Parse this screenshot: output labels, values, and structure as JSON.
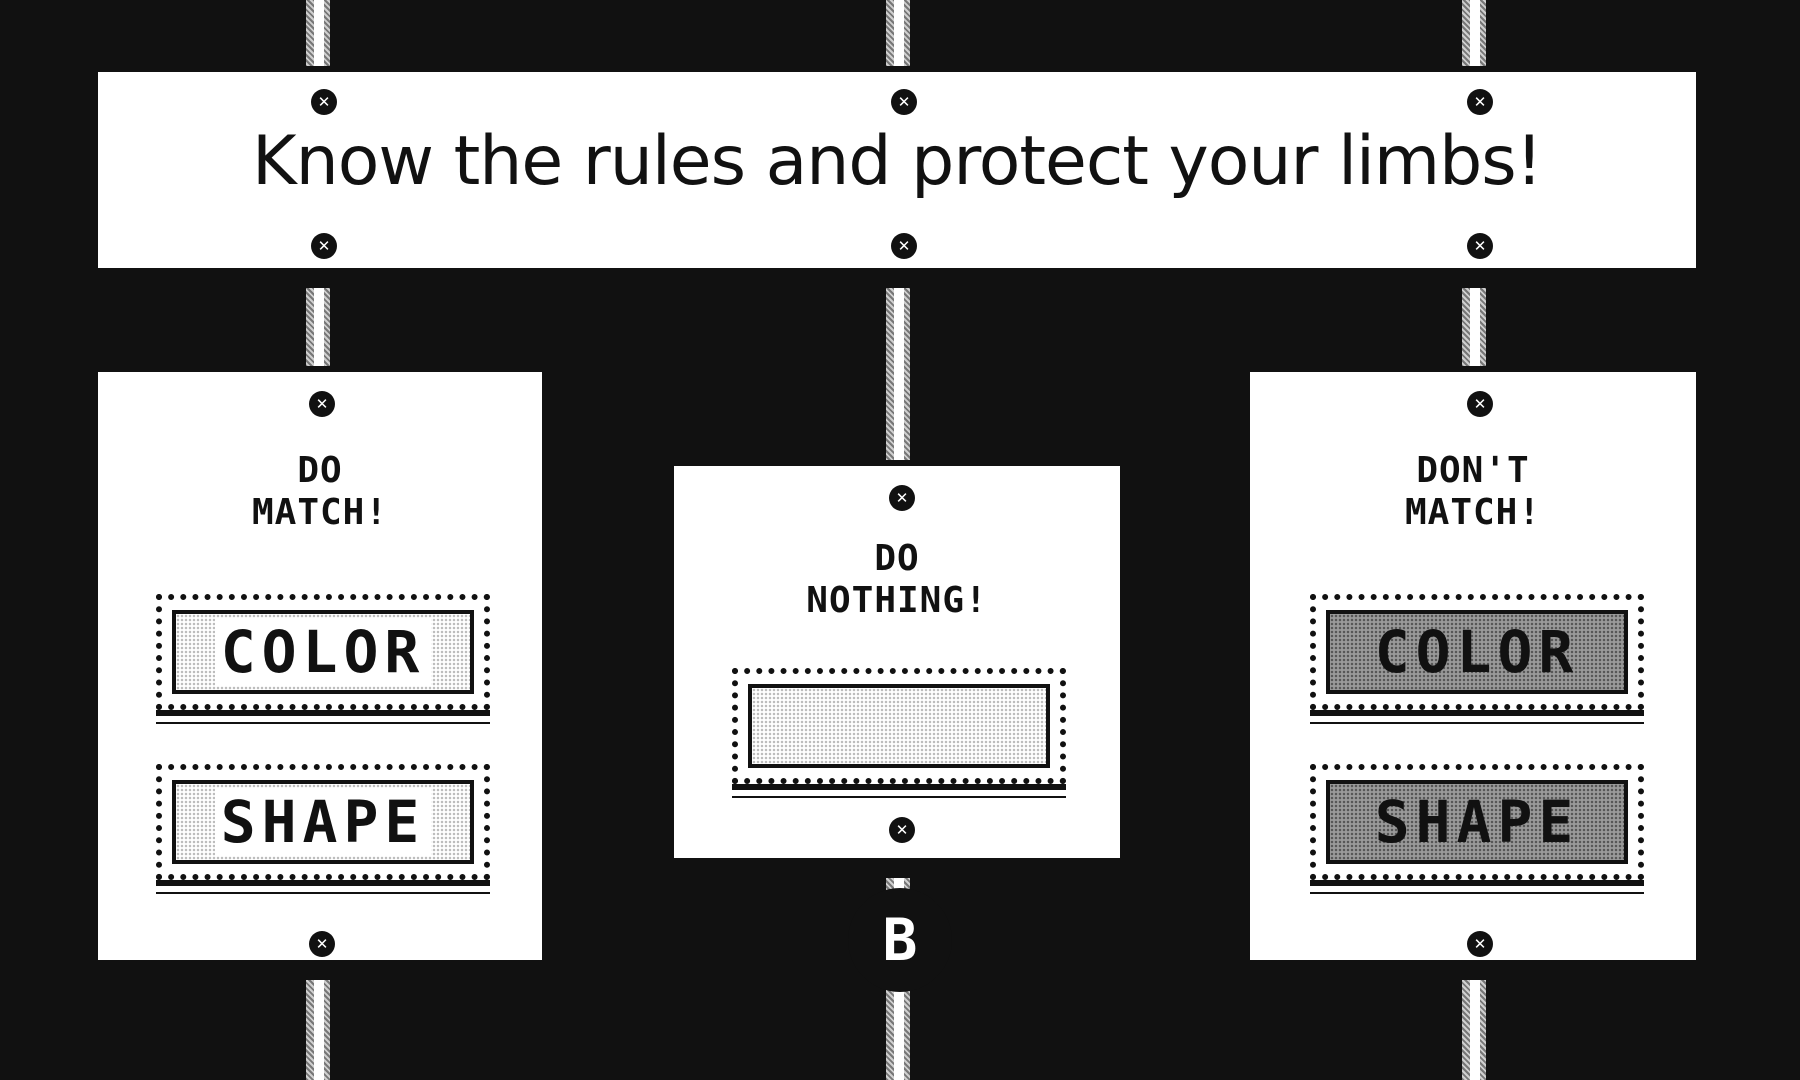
{
  "banner": {
    "text": "Know the rules and protect your limbs!"
  },
  "signs": {
    "do_match": {
      "title_line1": "DO",
      "title_line2": "MATCH!",
      "buttons": [
        {
          "label": "COLOR"
        },
        {
          "label": "SHAPE"
        }
      ]
    },
    "do_nothing": {
      "title_line1": "DO",
      "title_line2": "NOTHING!",
      "buttons": [
        {
          "label": ""
        }
      ]
    },
    "dont_match": {
      "title_line1": "DON'T",
      "title_line2": "MATCH!",
      "buttons": [
        {
          "label": "COLOR"
        },
        {
          "label": "SHAPE"
        }
      ]
    }
  },
  "controls": {
    "b_button_label": "B"
  },
  "colors": {
    "ink": "#111111",
    "paper": "#ffffff",
    "shaded_button": "#9a9a9a"
  }
}
